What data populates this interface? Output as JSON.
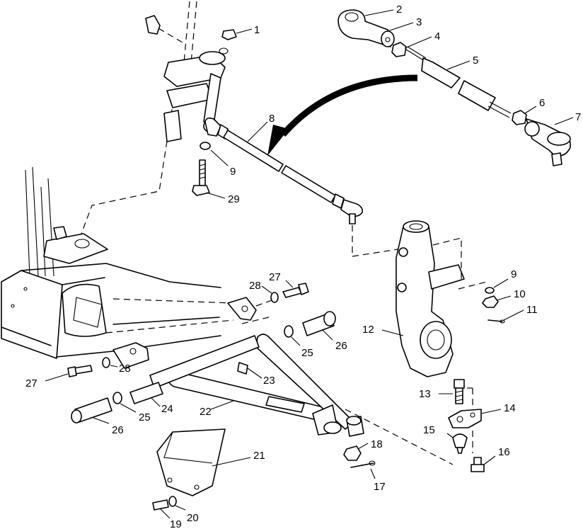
{
  "callouts": {
    "c1": "1",
    "c2": "2",
    "c3": "3",
    "c4": "4",
    "c5": "5",
    "c6": "6",
    "c7": "7",
    "c8": "8",
    "c9a": "9",
    "c9b": "9",
    "c10": "10",
    "c11": "11",
    "c12": "12",
    "c13": "13",
    "c14": "14",
    "c15": "15",
    "c16": "16",
    "c17": "17",
    "c18": "18",
    "c19": "19",
    "c20": "20",
    "c21": "21",
    "c22": "22",
    "c23": "23",
    "c24": "24",
    "c25a": "25",
    "c25b": "25",
    "c26a": "26",
    "c26b": "26",
    "c27a": "27",
    "c27b": "27",
    "c28a": "28",
    "c28b": "28",
    "c29": "29"
  }
}
